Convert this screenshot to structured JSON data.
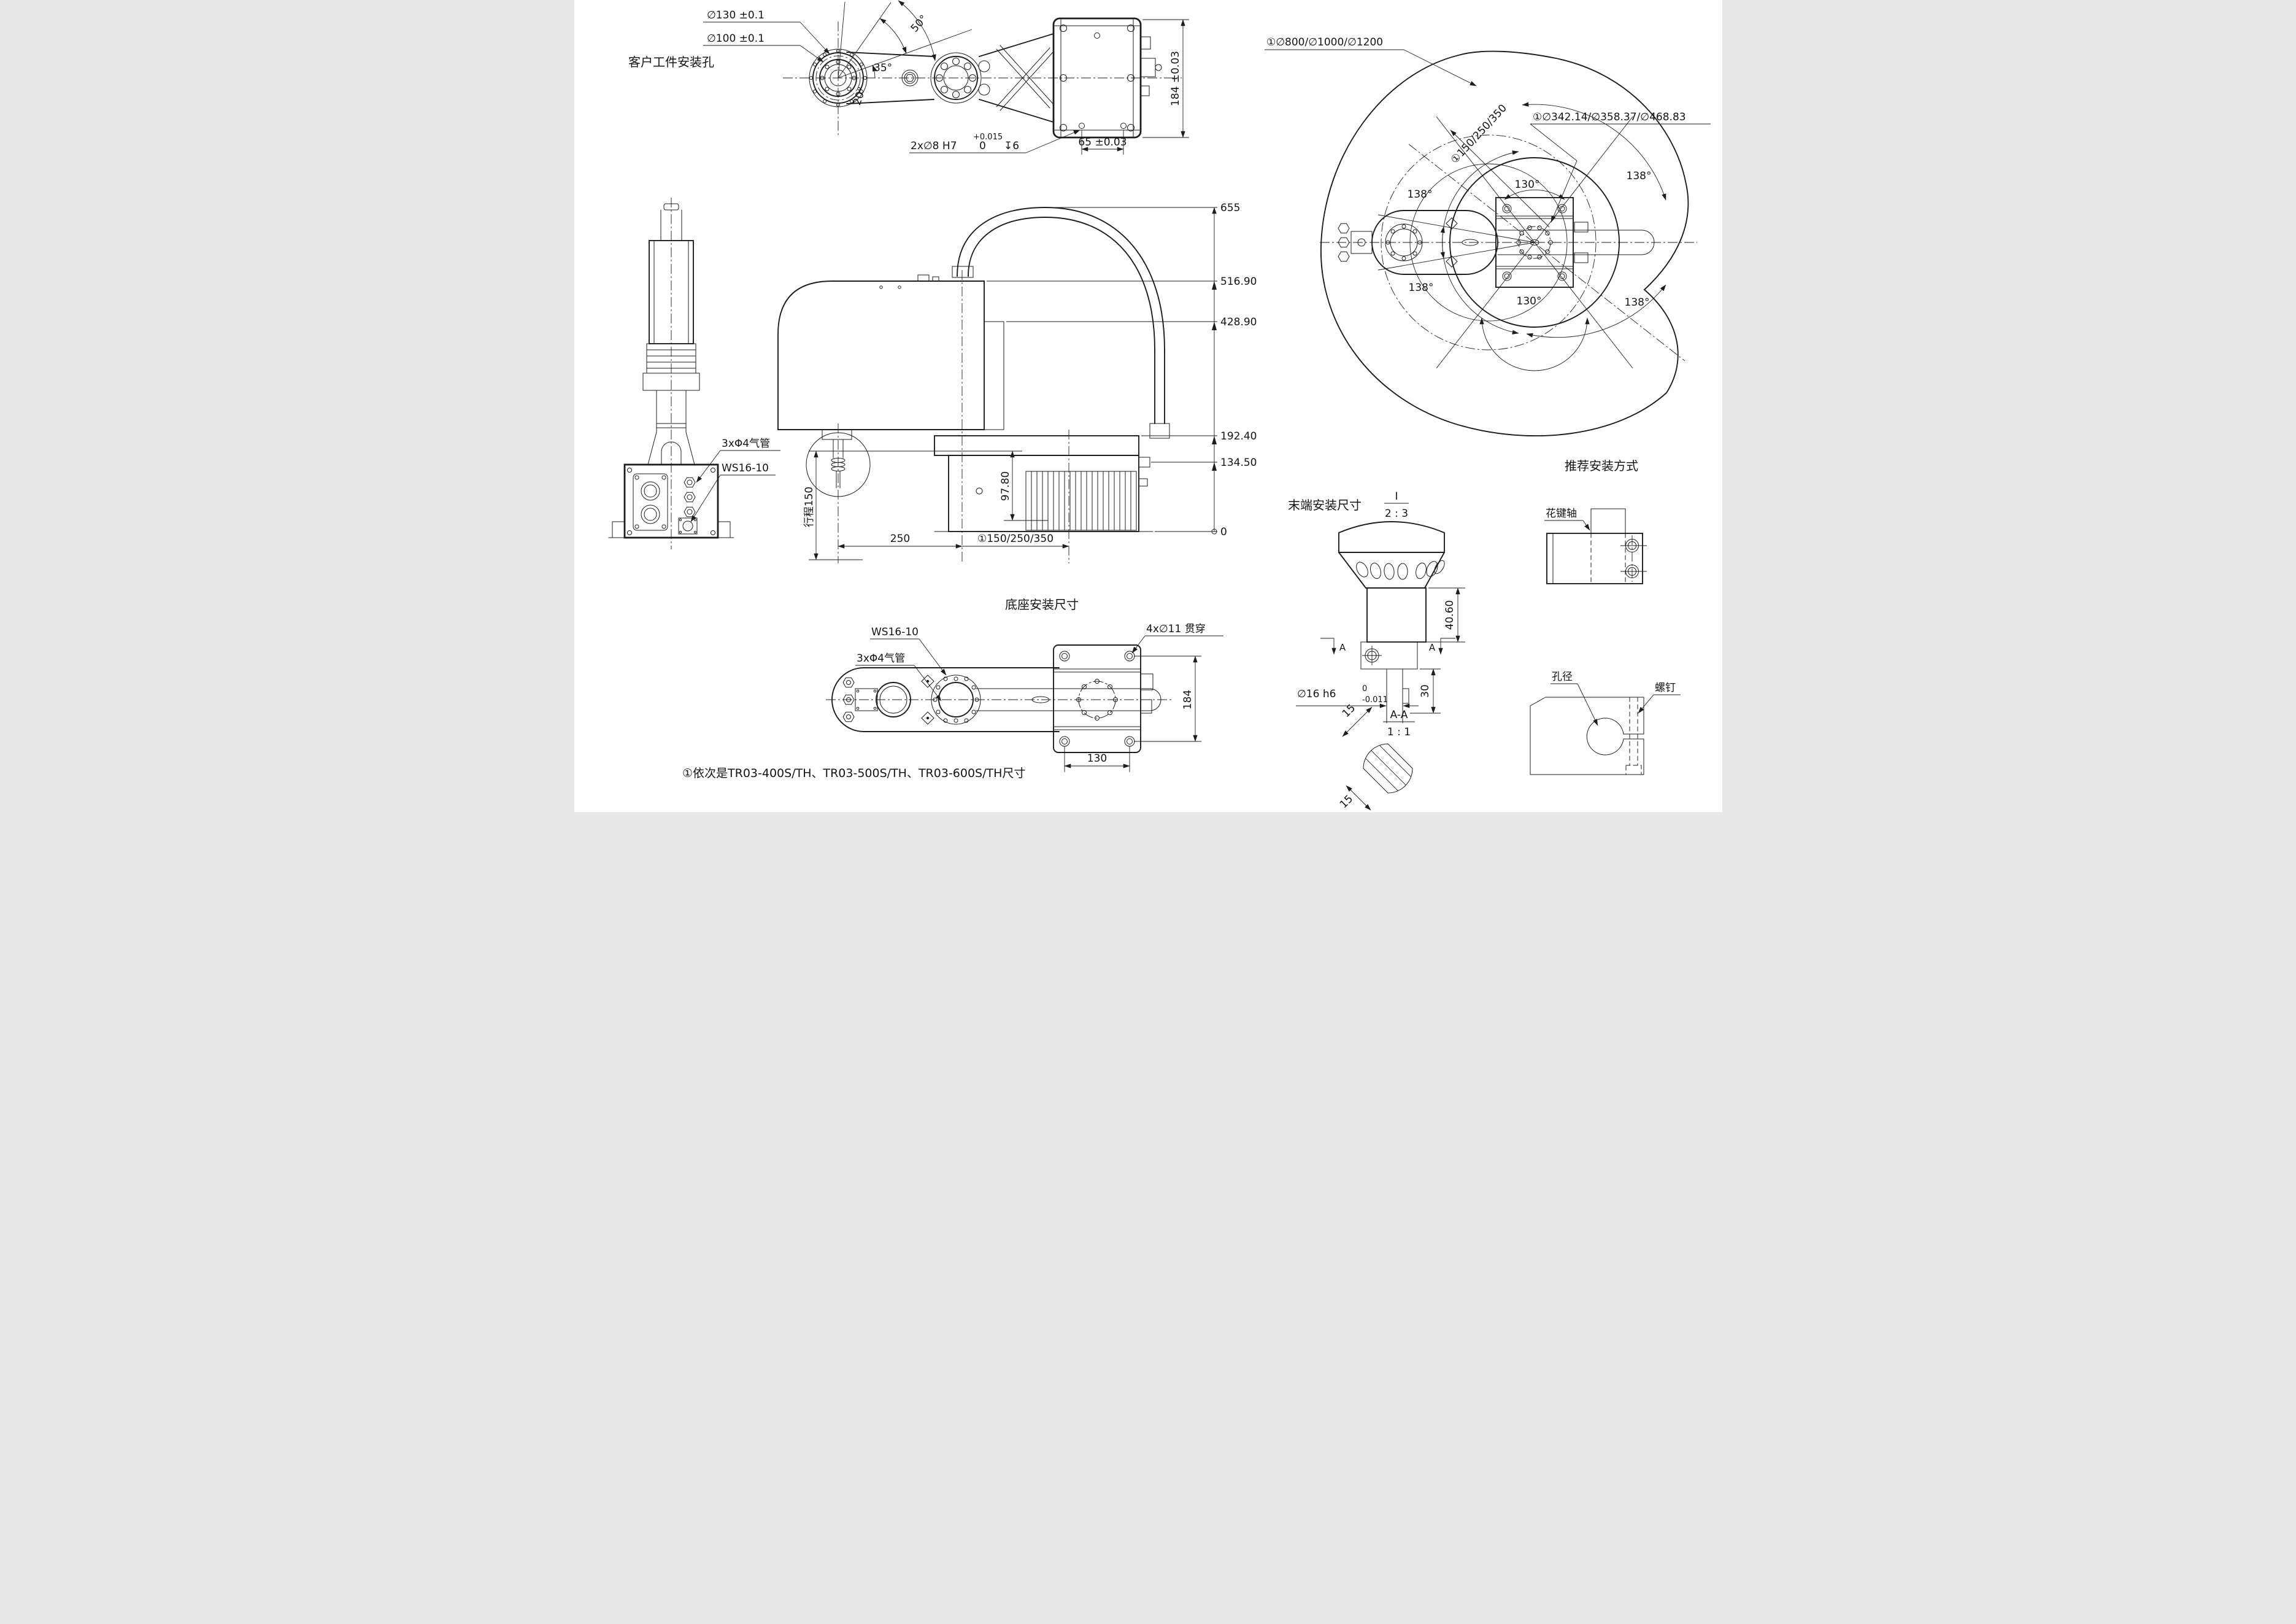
{
  "page": {
    "background": "#ffffff",
    "line_color": "#1d1d1d"
  },
  "top_view": {
    "title": "客户工件安装孔",
    "dia130": "∅130 ±0.1",
    "dia100": "∅100 ±0.1",
    "ang50": "50°",
    "ang35": "35°",
    "ang20": "20°",
    "holes_note": "2x∅8 H7",
    "holes_tol_upper": "+0.015",
    "holes_tol_lower": "0",
    "holes_depth": "↧6",
    "dim65": "65 ±0.03",
    "dim184": "184 ±0.03"
  },
  "left_view": {
    "air_label": "3xΦ4气管",
    "ws_label": "WS16-10"
  },
  "elevation": {
    "heights": [
      "655",
      "516.90",
      "428.90",
      "192.40",
      "134.50",
      "0"
    ],
    "stroke_label": "行程150",
    "dim9780": "97.80",
    "dim250": "250",
    "dim_reach": "①150/250/350",
    "base_title": "底座安装尺寸"
  },
  "bottom_view": {
    "ws_label": "WS16-10",
    "air_label": "3xΦ4气管",
    "bolt_label": "4x∅11 贯穿",
    "dim184": "184",
    "dim130": "130",
    "note": "①依次是TR03-400S/TH、TR03-500S/TH、TR03-600S/TH尺寸"
  },
  "workspace": {
    "envelope_label": "①∅800/∅1000/∅1200",
    "reach_label": "①150/250/350",
    "mid_label": "①∅342.14/∅358.37/∅468.83",
    "ang138": "138°",
    "ang130": "130°"
  },
  "end_detail": {
    "title": "末端安装尺寸",
    "detail_id": "I",
    "detail_scale": "2 : 3",
    "dim4060": "40.60",
    "dim30": "30",
    "shaft_dia": "∅16 h6",
    "shaft_tol_upper": "0",
    "shaft_tol_lower": "-0.011",
    "section_id": "A-A",
    "section_scale": "1 : 1",
    "dim15": "15",
    "cut_label": "A"
  },
  "mount": {
    "title": "推荐安装方式",
    "spline_label": "花键轴",
    "hole_label": "孔径",
    "screw_label": "螺钉"
  }
}
